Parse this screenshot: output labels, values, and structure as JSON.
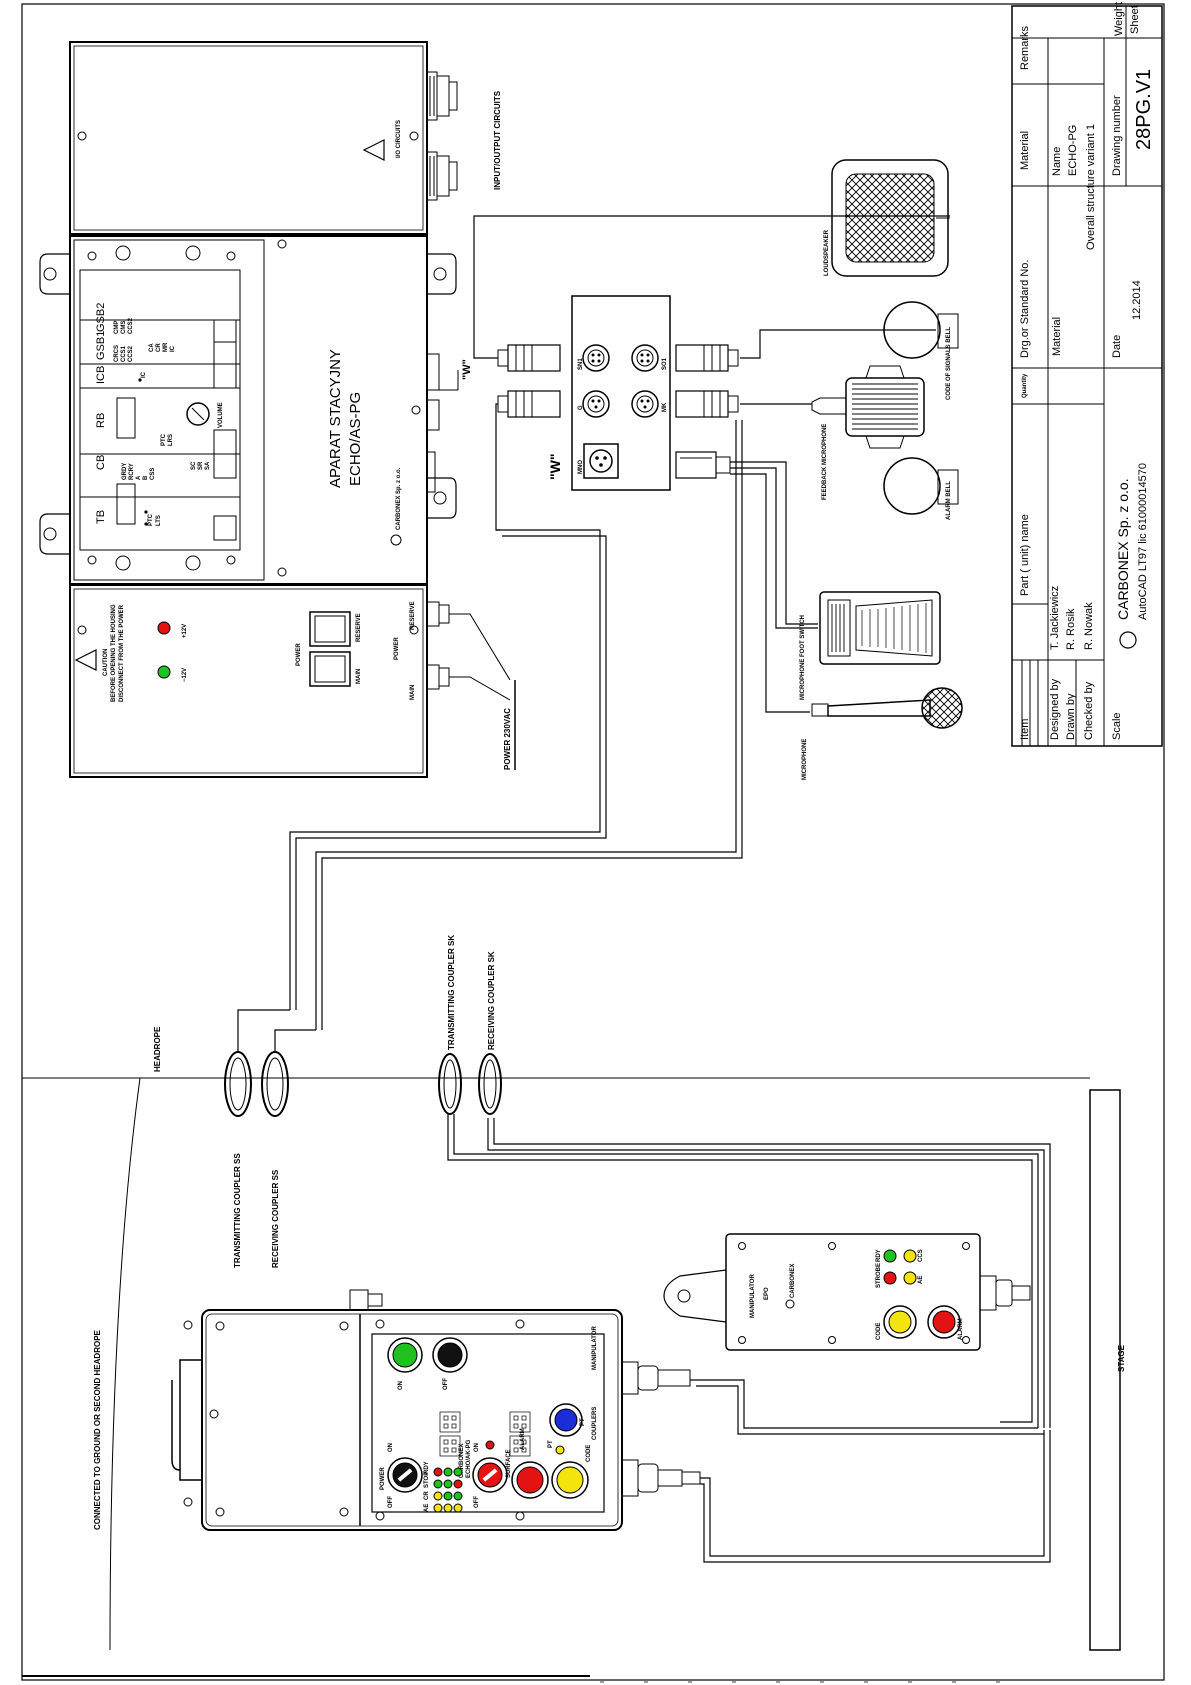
{
  "station": {
    "title_line1": "APARAT STACYJNY",
    "title_line2": "ECHO/AS-PG",
    "io_label": "INPUT/OUTPUT CIRCUITS",
    "io_warning": "I/O CIRCUITS",
    "brand_small": "CARBONEX Sp. z o.o.",
    "modules": [
      "TB",
      "CB",
      "RB",
      "ICB",
      "GSB1",
      "GSB2"
    ],
    "volume_label": "VOLUME",
    "connector_w": "\"W\"",
    "power_caution_line1": "CAUTION",
    "power_caution_line2": "BEFORE OPENING THE HOUSING",
    "power_caution_line3": "DISCONNECT FROM THE POWER",
    "minus12": "−12V",
    "plus12": "+12V",
    "power_label": "POWER",
    "main_label": "MAIN",
    "reserve_label": "RESERVE",
    "power_230": "POWER 230VAC",
    "tb_leds": [
      "PTC",
      "LTS"
    ],
    "cb_leds": [
      "GRDY",
      "RCRY",
      "A",
      "B",
      "CSS"
    ],
    "rb_leds": [
      "PTC",
      "LRS"
    ],
    "icb_leds": [
      "IC"
    ],
    "icb2_leds": [
      "SC",
      "SR",
      "SA"
    ],
    "gsb1_leds": [
      "CRCS",
      "CCS1",
      "CCS2"
    ],
    "gsb2_leds": [
      "CMP",
      "CMS",
      "CCS2"
    ],
    "gsb3_leds": [
      "CA",
      "CR",
      "MR",
      "IC"
    ]
  },
  "junction": {
    "label": "\"W\"",
    "ports": [
      "SN1",
      "SO1",
      "G",
      "MK",
      "MNO"
    ]
  },
  "peripherals": {
    "loudspeaker": "LOUDSPEAKER",
    "code_bell": "CODE OF SIGNALS BELL",
    "feedback_mic": "FEEDBACK MICROPHONE",
    "alarm_bell": "ALARM BELL",
    "mic_switch": "MICROPHONE FOOT SWITCH",
    "microphone": "MICROPHONE"
  },
  "couplers": {
    "headrope": "HEADROPE",
    "tx_sk": "TRANSMITTING COUPLER SK",
    "rx_sk": "RECEIVING COUPLER SK",
    "tx_ss": "TRANSMITTING COUPLER SS",
    "rx_ss": "RECEIVING COUPLER SS",
    "ground": "CONNECTED TO GROUND OR SECOND HEADROPE",
    "stage": "STAGE"
  },
  "cage": {
    "model": "ECHO/AK-PG",
    "brand": "CARBONEX",
    "on": "ON",
    "off": "OFF",
    "power": "POWER",
    "alarm": "ALARM",
    "code": "CODE",
    "manipulator": "MANIPULATOR",
    "couplers": "COUPLERS",
    "surface": "SURFACE",
    "pt": "PT",
    "led_labels": [
      "RDY",
      "STOP",
      "SURFACE",
      "CR",
      "AE",
      "PT"
    ]
  },
  "manipulator": {
    "title": "MANIPULATOR",
    "model": "EPO",
    "brand": "CARBONEX",
    "code": "CODE",
    "alarm": "ALARM",
    "leds": [
      "RDY",
      "STROBE",
      "CCS",
      "AE"
    ]
  },
  "title_block": {
    "item": "Item",
    "part_name": "Part ( unit) name",
    "quantity": "Quantity",
    "drg_std": "Drg.or Standard No.",
    "material": "Material",
    "remarks": "Remarks",
    "designed_by": "Designed by",
    "drawn_by": "Drawn by",
    "checked_by": "Checked by",
    "designer": "T. Jackiewicz",
    "drawer": "R. Rosik",
    "checker": "R. Nowak",
    "material_label": "Material",
    "name_label": "Name",
    "name_value": "ECHO-PG",
    "name_desc": "Overall structure variant 1",
    "weight": "Weight",
    "scale": "Scale",
    "company": "CARBONEX Sp. z o.o.",
    "autocad": "AutoCAD LT97 lic 61000014570",
    "date_label": "Date",
    "date_value": "12.2014",
    "drawing_number_label": "Drawing number",
    "drawing_number": "28PG.V1",
    "sheet": "Sheet"
  },
  "colors": {
    "green": "#1fc21f",
    "red": "#e41313",
    "yellow": "#f2e40c",
    "blue": "#1b2cd8"
  }
}
